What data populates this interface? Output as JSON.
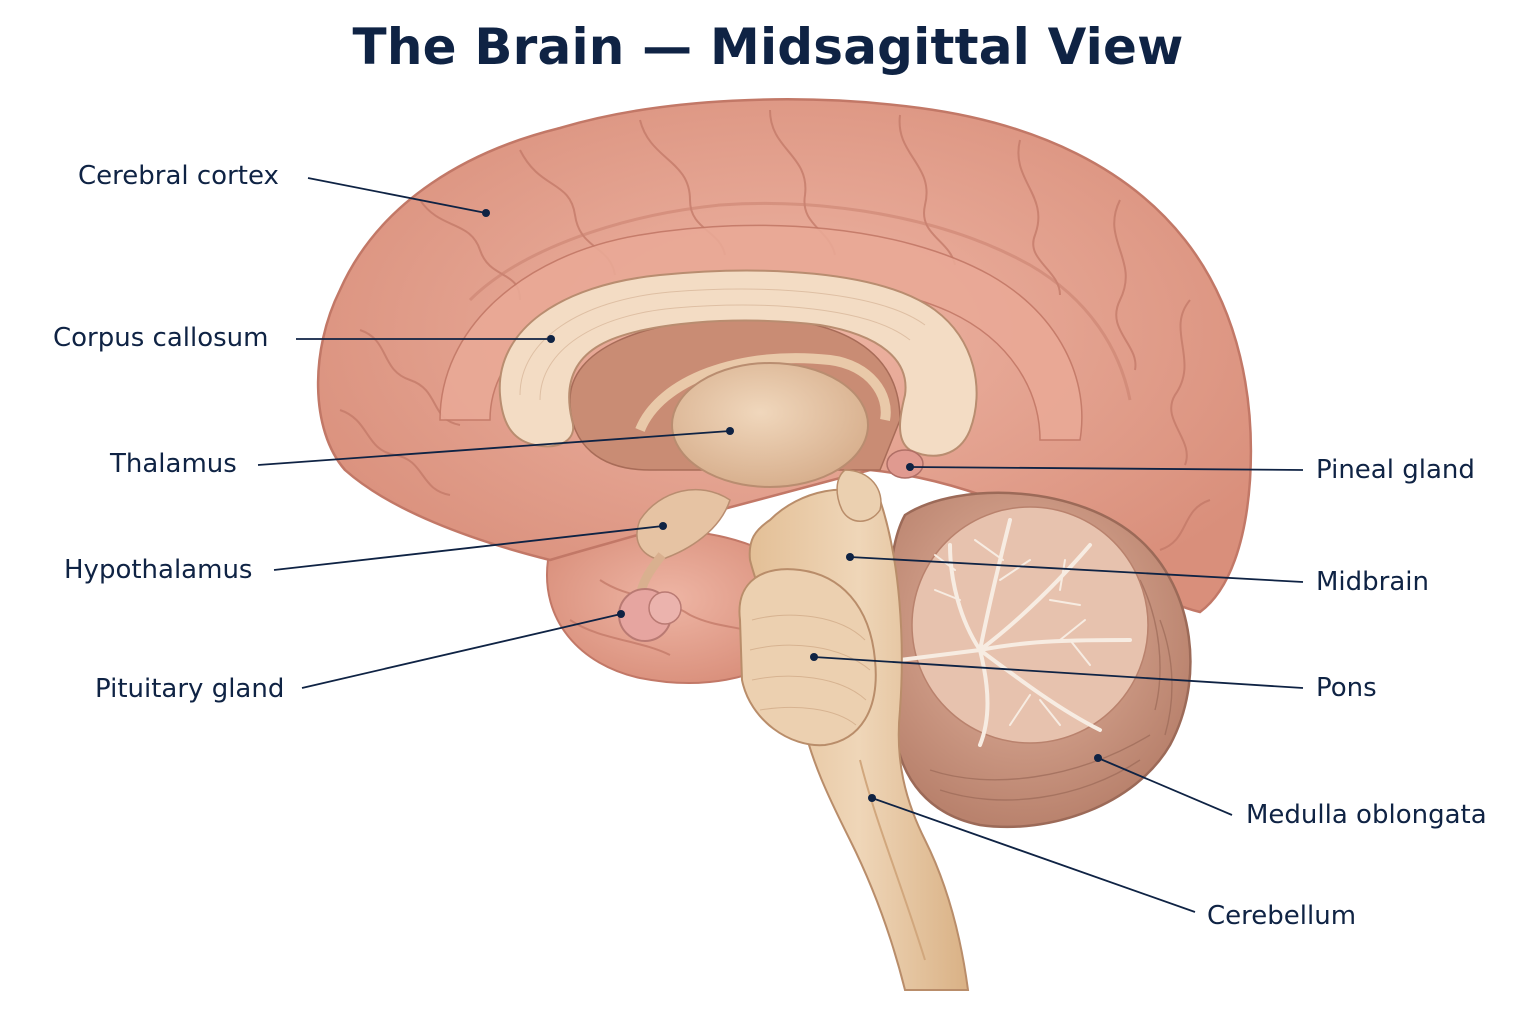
{
  "title": "The Brain — Midsagittal View",
  "colors": {
    "ink": "#0f2344",
    "cortex": "#e6a593",
    "cortex_dark": "#c97e6c",
    "white_matter": "#f3dcc4",
    "brainstem": "#e7c9a3",
    "cerebellum": "#d9a995",
    "cavity": "#c98c74"
  },
  "labels": {
    "cerebral_cortex": "Cerebral cortex",
    "corpus_callosum": "Corpus callosum",
    "thalamus": "Thalamus",
    "hypothalamus": "Hypothalamus",
    "pituitary_gland": "Pituitary gland",
    "pineal_gland": "Pineal gland",
    "midbrain": "Midbrain",
    "pons": "Pons",
    "medulla_oblongata": "Medulla oblongata",
    "cerebellum": "Cerebellum"
  }
}
